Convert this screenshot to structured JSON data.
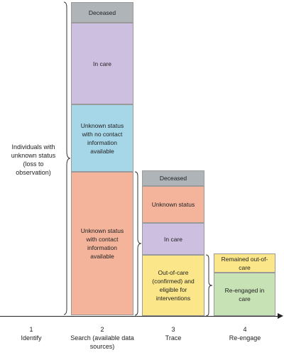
{
  "colors": {
    "deceased": "#aeb4b8",
    "in_care": "#cdbfe0",
    "unknown_no_contact": "#a6d7e8",
    "unknown_with_contact": "#f4b49b",
    "unknown_status": "#f4b49b",
    "out_of_care_eligible": "#fbe78a",
    "remained_out": "#fbe78a",
    "reengaged": "#c7e2b5"
  },
  "identify": {
    "label": "Individuals with unknown status (loss to observation)"
  },
  "search": {
    "deceased": "Deceased",
    "in_care": "In care",
    "unknown_no_contact": "Unknown status with no contact information available",
    "unknown_with_contact": "Unknown status with contact information available"
  },
  "trace": {
    "deceased": "Deceased",
    "unknown_status": "Unknown status",
    "in_care": "In care",
    "out_of_care": "Out-of-care (confirmed) and eligible for interventions"
  },
  "reengage": {
    "remained_out": "Remained out-of-care",
    "reengaged": "Re-engaged in care"
  },
  "steps": [
    {
      "number": "1",
      "name": "Identify"
    },
    {
      "number": "2",
      "name": "Search (available data sources)"
    },
    {
      "number": "3",
      "name": "Trace"
    },
    {
      "number": "4",
      "name": "Re-engage"
    }
  ]
}
